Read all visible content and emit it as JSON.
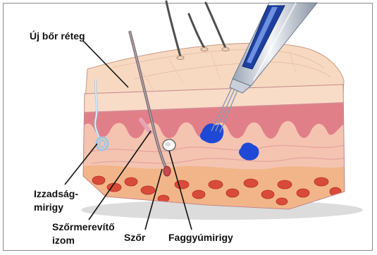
{
  "labels": {
    "new_skin_layer": "Új bőr réteg",
    "sweat_gland": "Izzadság-\nmirigy",
    "erector_muscle": "Szőrmerevítő\nizom",
    "hair": "Szőr",
    "sebaceous_gland": "Faggyúmirigy"
  },
  "colors": {
    "epidermis": "#f7d6bd",
    "dermis": "#f4c4b1",
    "papillae": "#e17f89",
    "subcutis": "#f5c69b",
    "fat": "#d94b39",
    "pigment": "#1f48d6",
    "pen": "#1d3f9e"
  }
}
